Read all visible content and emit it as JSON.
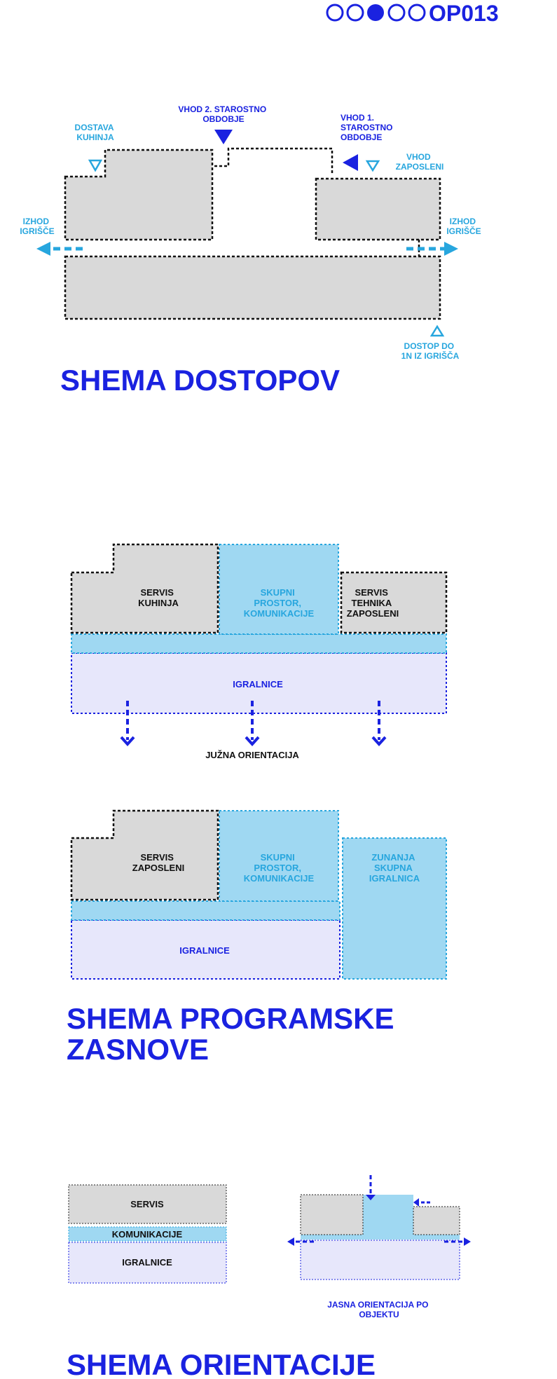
{
  "header": {
    "code": "OP013",
    "circles": [
      "empty",
      "empty",
      "filled",
      "empty",
      "empty"
    ]
  },
  "colors": {
    "blue": "#1a22e0",
    "cyan": "#27a6de",
    "grey_fill": "#d9d9d9",
    "light_blue_fill": "#9fd8f2",
    "lavender_fill": "#e7e7fb"
  },
  "access": {
    "dostava": [
      "DOSTAVA",
      "KUHINJA"
    ],
    "vhod2": [
      "VHOD 2. STAROSTNO",
      "OBDOBJE"
    ],
    "vhod1": [
      "VHOD 1.",
      "STAROSTNO",
      "OBDOBJE"
    ],
    "vhod_zaposleni": [
      "VHOD",
      "ZAPOSLENI"
    ],
    "izhod_left": [
      "IZHOD",
      "IGRIŠČE"
    ],
    "izhod_right": [
      "IZHOD",
      "IGRIŠČE"
    ],
    "dostop": [
      "DOSTOP DO",
      "1N IZ IGRIŠČA"
    ],
    "title": "SHEMA DOSTOPOV"
  },
  "program1": {
    "servis_kuhinja": [
      "SERVIS",
      "KUHINJA"
    ],
    "skupni": [
      "SKUPNI",
      "PROSTOR,",
      "KOMUNIKACIJE"
    ],
    "servis_tehnika": [
      "SERVIS",
      "TEHNIKA",
      "ZAPOSLENI"
    ],
    "igralnice": "IGRALNICE",
    "orientacija": "JUŽNA ORIENTACIJA"
  },
  "program2": {
    "servis_zaposleni": [
      "SERVIS",
      "ZAPOSLENI"
    ],
    "skupni": [
      "SKUPNI",
      "PROSTOR,",
      "KOMUNIKACIJE"
    ],
    "zunanja": [
      "ZUNANJA",
      "SKUPNA",
      "IGRALNICA"
    ],
    "igralnice": "IGRALNICE",
    "title": [
      "SHEMA PROGRAMSKE",
      "ZASNOVE"
    ]
  },
  "orientation": {
    "servis": "SERVIS",
    "komunikacije": "KOMUNIKACIJE",
    "igralnice": "IGRALNICE",
    "jasna": [
      "JASNA ORIENTACIJA PO",
      "OBJEKTU"
    ],
    "title": "SHEMA ORIENTACIJE"
  }
}
